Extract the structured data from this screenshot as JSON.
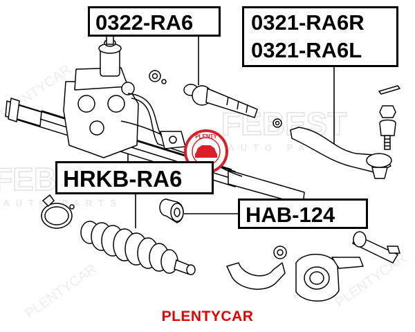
{
  "labels": {
    "tie_rod": "0322-RA6",
    "tie_rod_end_right": "0321-RA6R",
    "tie_rod_end_left": "0321-RA6L",
    "boot": "HRKB-RA6",
    "bushing": "HAB-124"
  },
  "watermarks": {
    "brand_side": "FEBEST",
    "brand_tagline": "AUTO PARTS",
    "brand_center": "PLENTYCAR"
  },
  "footer": {
    "brand": "PLENTYCAR"
  },
  "colors": {
    "line": "#000000",
    "footer_text": "#e00000",
    "stamp": "#d81f2a",
    "watermark": "#e6e6e6"
  }
}
